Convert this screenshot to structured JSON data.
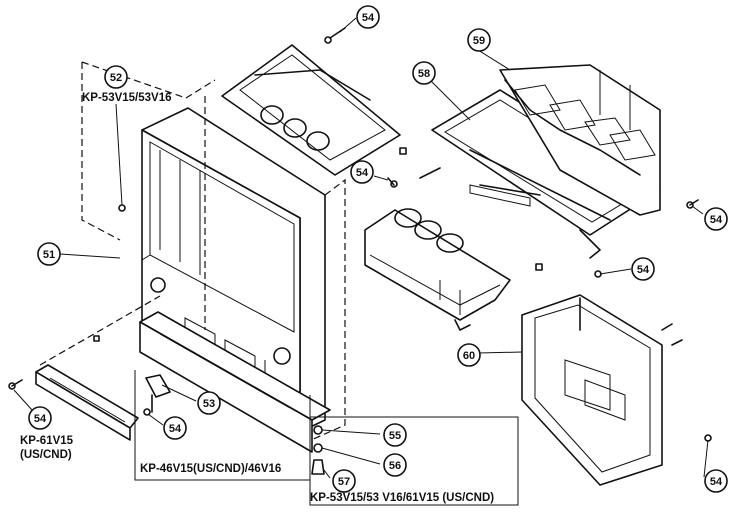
{
  "callouts": [
    {
      "id": "c52",
      "text": "52"
    },
    {
      "id": "c51",
      "text": "51"
    },
    {
      "id": "c54a",
      "text": "54"
    },
    {
      "id": "c54b",
      "text": "54"
    },
    {
      "id": "c54c",
      "text": "54"
    },
    {
      "id": "c54d",
      "text": "54"
    },
    {
      "id": "c54e",
      "text": "54"
    },
    {
      "id": "c54f",
      "text": "54"
    },
    {
      "id": "c54g",
      "text": "54"
    },
    {
      "id": "c58",
      "text": "58"
    },
    {
      "id": "c59",
      "text": "59"
    },
    {
      "id": "c60",
      "text": "60"
    },
    {
      "id": "c53",
      "text": "53"
    },
    {
      "id": "c55",
      "text": "55"
    },
    {
      "id": "c56",
      "text": "56"
    },
    {
      "id": "c57",
      "text": "57"
    }
  ],
  "labels": {
    "model_52": "KP-53V15/53V16",
    "model_61_line1": "KP-61V15",
    "model_61_line2": "(US/CND)",
    "model_46": "KP-46V15(US/CND)/46V16",
    "model_bottom": "KP-53V15/53 V16/61V15 (US/CND)"
  }
}
